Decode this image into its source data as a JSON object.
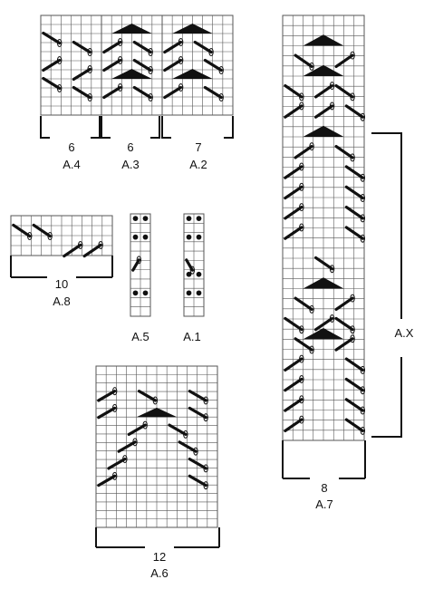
{
  "colors": {
    "grid": "#555555",
    "ink": "#111111",
    "background": "#ffffff"
  },
  "symbols": {
    "cable": "slanted-cable-stitch-symbol",
    "wedge": "black-triangle-decrease-symbol",
    "dot": "black-dot-symbol"
  },
  "charts": [
    {
      "id": "A.4",
      "label": "A.4",
      "stitches": "6",
      "cols": 6,
      "rows": 11,
      "marks": [
        {
          "type": "cable",
          "dir": "down",
          "c0": 0,
          "c1": 2,
          "r": 2
        },
        {
          "type": "cable",
          "dir": "down",
          "c0": 3,
          "c1": 5,
          "r": 3
        },
        {
          "type": "cable",
          "dir": "up",
          "c0": 0,
          "c1": 2,
          "r": 5
        },
        {
          "type": "cable",
          "dir": "up",
          "c0": 3,
          "c1": 5,
          "r": 6
        },
        {
          "type": "cable",
          "dir": "down",
          "c0": 0,
          "c1": 2,
          "r": 7
        },
        {
          "type": "cable",
          "dir": "down",
          "c0": 3,
          "c1": 5,
          "r": 8
        }
      ]
    },
    {
      "id": "A.3",
      "label": "A.3",
      "stitches": "6",
      "cols": 6,
      "rows": 11,
      "marks": [
        {
          "type": "wedge",
          "c0": 1,
          "c1": 5,
          "r": 1
        },
        {
          "type": "cable",
          "dir": "up",
          "c0": 0,
          "c1": 2,
          "r": 3
        },
        {
          "type": "cable",
          "dir": "down",
          "c0": 3,
          "c1": 5,
          "r": 3
        },
        {
          "type": "cable",
          "dir": "up",
          "c0": 0,
          "c1": 2,
          "r": 5
        },
        {
          "type": "cable",
          "dir": "down",
          "c0": 3,
          "c1": 5,
          "r": 5
        },
        {
          "type": "wedge",
          "c0": 1,
          "c1": 5,
          "r": 6
        },
        {
          "type": "cable",
          "dir": "up",
          "c0": 0,
          "c1": 2,
          "r": 8
        },
        {
          "type": "cable",
          "dir": "down",
          "c0": 3,
          "c1": 5,
          "r": 8
        }
      ]
    },
    {
      "id": "A.2",
      "label": "A.2",
      "stitches": "7",
      "cols": 7,
      "rows": 11,
      "marks": [
        {
          "type": "wedge",
          "c0": 1,
          "c1": 5,
          "r": 1
        },
        {
          "type": "cable",
          "dir": "up",
          "c0": 0,
          "c1": 2,
          "r": 3
        },
        {
          "type": "cable",
          "dir": "down",
          "c0": 3,
          "c1": 5,
          "r": 3
        },
        {
          "type": "cable",
          "dir": "up",
          "c0": 0,
          "c1": 2,
          "r": 5
        },
        {
          "type": "cable",
          "dir": "down",
          "c0": 4,
          "c1": 6,
          "r": 5
        },
        {
          "type": "wedge",
          "c0": 1,
          "c1": 5,
          "r": 6
        },
        {
          "type": "cable",
          "dir": "up",
          "c0": 0,
          "c1": 2,
          "r": 8
        },
        {
          "type": "cable",
          "dir": "down",
          "c0": 4,
          "c1": 6,
          "r": 8
        }
      ]
    },
    {
      "id": "A.8",
      "label": "A.8",
      "stitches": "10",
      "cols": 10,
      "rows": 4,
      "marks": [
        {
          "type": "cable",
          "dir": "down",
          "c0": 0,
          "c1": 2,
          "r": 1
        },
        {
          "type": "cable",
          "dir": "down",
          "c0": 2,
          "c1": 4,
          "r": 1
        },
        {
          "type": "cable",
          "dir": "up",
          "c0": 5,
          "c1": 7,
          "r": 3
        },
        {
          "type": "cable",
          "dir": "up",
          "c0": 7,
          "c1": 9,
          "r": 3
        }
      ]
    },
    {
      "id": "A.5",
      "label": "A.5",
      "stitches": "",
      "cols": 2,
      "rows": 11,
      "marks": [
        {
          "type": "dot",
          "c": 0,
          "r": 0
        },
        {
          "type": "dot",
          "c": 1,
          "r": 0
        },
        {
          "type": "dot",
          "c": 0,
          "r": 2
        },
        {
          "type": "dot",
          "c": 1,
          "r": 2
        },
        {
          "type": "cable",
          "dir": "up",
          "c0": 0,
          "c1": 1,
          "r": 5
        },
        {
          "type": "dot",
          "c": 0,
          "r": 8
        },
        {
          "type": "dot",
          "c": 1,
          "r": 8
        }
      ]
    },
    {
      "id": "A.1",
      "label": "A.1",
      "stitches": "",
      "cols": 2,
      "rows": 11,
      "marks": [
        {
          "type": "dot",
          "c": 0,
          "r": 0
        },
        {
          "type": "dot",
          "c": 1,
          "r": 0
        },
        {
          "type": "dot",
          "c": 0,
          "r": 2
        },
        {
          "type": "dot",
          "c": 1,
          "r": 2
        },
        {
          "type": "cable",
          "dir": "down",
          "c0": 0,
          "c1": 1,
          "r": 5
        },
        {
          "type": "dot",
          "c": 0,
          "r": 6
        },
        {
          "type": "dot",
          "c": 1,
          "r": 6
        },
        {
          "type": "dot",
          "c": 0,
          "r": 8
        },
        {
          "type": "dot",
          "c": 1,
          "r": 8
        }
      ]
    },
    {
      "id": "A.6",
      "label": "A.6",
      "stitches": "12",
      "cols": 12,
      "rows": 19,
      "marks": [
        {
          "type": "cable",
          "dir": "up",
          "c0": 0,
          "c1": 2,
          "r": 3
        },
        {
          "type": "cable",
          "dir": "down",
          "c0": 4,
          "c1": 6,
          "r": 3
        },
        {
          "type": "cable",
          "dir": "down",
          "c0": 9,
          "c1": 11,
          "r": 3
        },
        {
          "type": "cable",
          "dir": "up",
          "c0": 0,
          "c1": 2,
          "r": 5
        },
        {
          "type": "wedge",
          "c0": 4,
          "c1": 8,
          "r": 5
        },
        {
          "type": "cable",
          "dir": "down",
          "c0": 9,
          "c1": 11,
          "r": 5
        },
        {
          "type": "cable",
          "dir": "up",
          "c0": 3,
          "c1": 5,
          "r": 7
        },
        {
          "type": "cable",
          "dir": "down",
          "c0": 7,
          "c1": 9,
          "r": 7
        },
        {
          "type": "cable",
          "dir": "up",
          "c0": 2,
          "c1": 4,
          "r": 9
        },
        {
          "type": "cable",
          "dir": "down",
          "c0": 8,
          "c1": 10,
          "r": 9
        },
        {
          "type": "cable",
          "dir": "up",
          "c0": 1,
          "c1": 3,
          "r": 11
        },
        {
          "type": "cable",
          "dir": "down",
          "c0": 9,
          "c1": 11,
          "r": 11
        },
        {
          "type": "cable",
          "dir": "up",
          "c0": 0,
          "c1": 2,
          "r": 13
        },
        {
          "type": "cable",
          "dir": "down",
          "c0": 9,
          "c1": 11,
          "r": 13
        }
      ]
    },
    {
      "id": "A.7",
      "label": "A.7",
      "stitches": "8",
      "cols": 8,
      "rows": 42,
      "marks": [
        {
          "type": "wedge",
          "c0": 2,
          "c1": 6,
          "r": 2
        },
        {
          "type": "cable",
          "dir": "down",
          "c0": 1,
          "c1": 3,
          "r": 4
        },
        {
          "type": "cable",
          "dir": "up",
          "c0": 5,
          "c1": 7,
          "r": 4
        },
        {
          "type": "wedge",
          "c0": 2,
          "c1": 6,
          "r": 5
        },
        {
          "type": "cable",
          "dir": "down",
          "c0": 0,
          "c1": 2,
          "r": 7
        },
        {
          "type": "cable",
          "dir": "up",
          "c0": 3,
          "c1": 5,
          "r": 7
        },
        {
          "type": "cable",
          "dir": "down",
          "c0": 5,
          "c1": 7,
          "r": 7
        },
        {
          "type": "cable",
          "dir": "up",
          "c0": 0,
          "c1": 2,
          "r": 9
        },
        {
          "type": "cable",
          "dir": "up",
          "c0": 3,
          "c1": 5,
          "r": 9
        },
        {
          "type": "cable",
          "dir": "down",
          "c0": 6,
          "c1": 8,
          "r": 9
        },
        {
          "type": "wedge",
          "c0": 2,
          "c1": 6,
          "r": 11
        },
        {
          "type": "cable",
          "dir": "up",
          "c0": 1,
          "c1": 3,
          "r": 13
        },
        {
          "type": "cable",
          "dir": "down",
          "c0": 5,
          "c1": 7,
          "r": 13
        },
        {
          "type": "cable",
          "dir": "up",
          "c0": 0,
          "c1": 2,
          "r": 15
        },
        {
          "type": "cable",
          "dir": "down",
          "c0": 6,
          "c1": 8,
          "r": 15
        },
        {
          "type": "cable",
          "dir": "up",
          "c0": 0,
          "c1": 2,
          "r": 17
        },
        {
          "type": "cable",
          "dir": "down",
          "c0": 6,
          "c1": 8,
          "r": 17
        },
        {
          "type": "cable",
          "dir": "up",
          "c0": 0,
          "c1": 2,
          "r": 19
        },
        {
          "type": "cable",
          "dir": "down",
          "c0": 6,
          "c1": 8,
          "r": 19
        },
        {
          "type": "cable",
          "dir": "up",
          "c0": 0,
          "c1": 2,
          "r": 21
        },
        {
          "type": "cable",
          "dir": "down",
          "c0": 6,
          "c1": 8,
          "r": 21
        },
        {
          "type": "cable",
          "dir": "down",
          "c0": 3,
          "c1": 5,
          "r": 24
        },
        {
          "type": "wedge",
          "c0": 2,
          "c1": 6,
          "r": 26
        },
        {
          "type": "cable",
          "dir": "down",
          "c0": 1,
          "c1": 3,
          "r": 28
        },
        {
          "type": "cable",
          "dir": "up",
          "c0": 5,
          "c1": 7,
          "r": 28
        },
        {
          "type": "cable",
          "dir": "down",
          "c0": 0,
          "c1": 2,
          "r": 30
        },
        {
          "type": "cable",
          "dir": "up",
          "c0": 3,
          "c1": 5,
          "r": 30
        },
        {
          "type": "cable",
          "dir": "down",
          "c0": 5,
          "c1": 7,
          "r": 30
        },
        {
          "type": "wedge",
          "c0": 2,
          "c1": 6,
          "r": 31
        },
        {
          "type": "cable",
          "dir": "down",
          "c0": 1,
          "c1": 3,
          "r": 32
        },
        {
          "type": "cable",
          "dir": "up",
          "c0": 5,
          "c1": 7,
          "r": 32
        },
        {
          "type": "cable",
          "dir": "up",
          "c0": 0,
          "c1": 2,
          "r": 34
        },
        {
          "type": "cable",
          "dir": "down",
          "c0": 6,
          "c1": 8,
          "r": 34
        },
        {
          "type": "cable",
          "dir": "up",
          "c0": 0,
          "c1": 2,
          "r": 36
        },
        {
          "type": "cable",
          "dir": "down",
          "c0": 6,
          "c1": 8,
          "r": 36
        },
        {
          "type": "cable",
          "dir": "up",
          "c0": 0,
          "c1": 2,
          "r": 38
        },
        {
          "type": "cable",
          "dir": "down",
          "c0": 6,
          "c1": 8,
          "r": 38
        },
        {
          "type": "cable",
          "dir": "up",
          "c0": 0,
          "c1": 2,
          "r": 40
        },
        {
          "type": "cable",
          "dir": "down",
          "c0": 6,
          "c1": 8,
          "r": 40
        }
      ]
    }
  ],
  "repeat": {
    "label": "A.X",
    "chart": "A.7",
    "from_row": 13,
    "to_row": 42
  }
}
